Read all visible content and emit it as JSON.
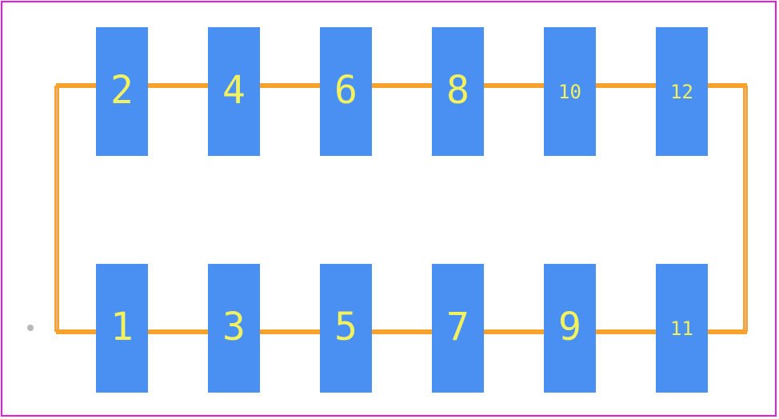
{
  "colors": {
    "border": "#e619e6",
    "pad": "#4a8ff2",
    "pad_label": "#f2f25e",
    "trace": "#f7a22c",
    "trace_edge": "#e8b27c",
    "marker": "#b8b8b8"
  },
  "pads": {
    "top_row": [
      {
        "label": "2"
      },
      {
        "label": "4"
      },
      {
        "label": "6"
      },
      {
        "label": "8"
      },
      {
        "label": "10"
      },
      {
        "label": "12"
      }
    ],
    "bottom_row": [
      {
        "label": "1"
      },
      {
        "label": "3"
      },
      {
        "label": "5"
      },
      {
        "label": "7"
      },
      {
        "label": "9"
      },
      {
        "label": "11"
      }
    ]
  }
}
